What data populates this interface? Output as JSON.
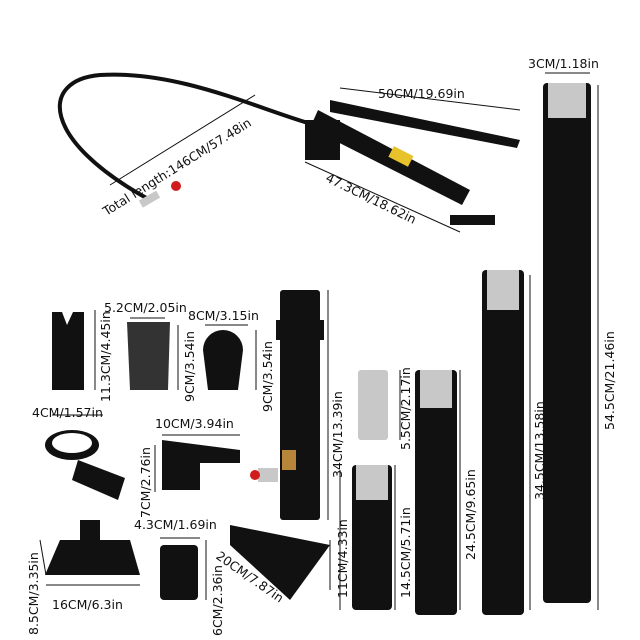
{
  "labels": {
    "hose_length": "Total length:146CM/57.48in",
    "pump_length": "50CM/19.69in",
    "pump_body": "47.3CM/18.62in",
    "long_tube_dia": "3CM/1.18in",
    "long_tube_len": "54.5CM/21.46in",
    "tube_345": "34.5CM/13.58in",
    "tube_245": "24.5CM/9.65in",
    "tube_145": "14.5CM/5.71in",
    "tube_11": "11CM/4.33in",
    "connector": "5.5CM/2.17in",
    "ram": "34CM/13.39in",
    "v_head": "11.3CM/4.45in",
    "serrated_w": "5.2CM/2.05in",
    "serrated_h": "9CM/3.54in",
    "ball_w": "8CM/3.15in",
    "ball_h": "9CM/3.54in",
    "ring_w": "4CM/1.57in",
    "wedge_w": "10CM/3.94in",
    "wedge_h": "7CM/2.76in",
    "base_h": "8.5CM/3.35in",
    "base_w": "16CM/6.3in",
    "rubber_w": "4.3CM/1.69in",
    "rubber_h": "6CM/2.36in",
    "spreader": "20CM/7.87in"
  },
  "colors": {
    "part": "#111111",
    "chrome": "#c8c8c8",
    "accent": "#d01c1c",
    "brass": "#b8863b",
    "label_bg": "#e8c22a"
  }
}
